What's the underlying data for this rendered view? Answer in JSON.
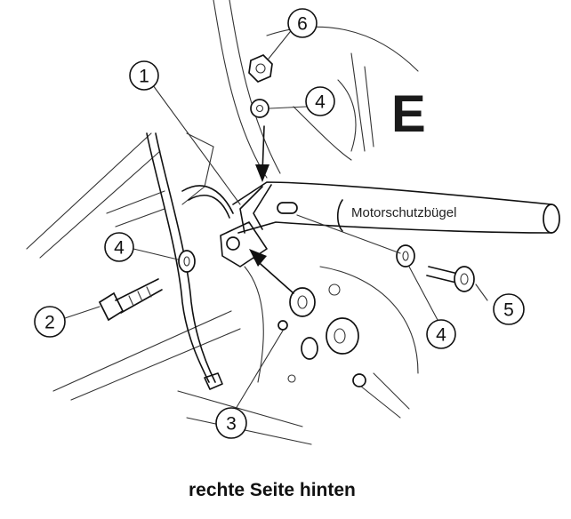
{
  "view_letter": "E",
  "part_label": "Motorschutzbügel",
  "caption": "rechte Seite hinten",
  "callouts": [
    {
      "id": "callout-1",
      "number": "1"
    },
    {
      "id": "callout-2",
      "number": "2"
    },
    {
      "id": "callout-3",
      "number": "3"
    },
    {
      "id": "callout-4a",
      "number": "4"
    },
    {
      "id": "callout-4b",
      "number": "4"
    },
    {
      "id": "callout-4c",
      "number": "4"
    },
    {
      "id": "callout-5",
      "number": "5"
    },
    {
      "id": "callout-6",
      "number": "6"
    }
  ]
}
